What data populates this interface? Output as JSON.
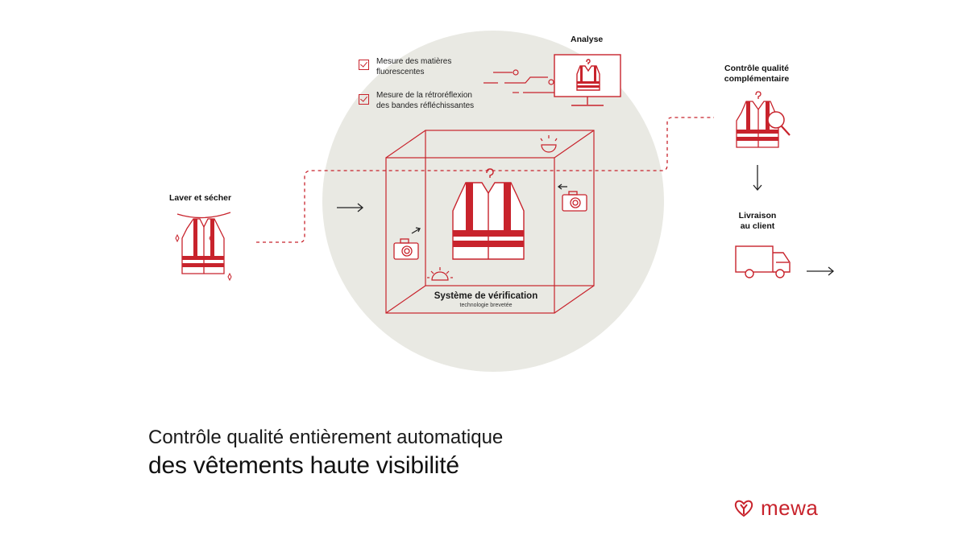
{
  "colors": {
    "accent": "#c8232c",
    "circle": "#e9e9e3",
    "text": "#1a1a1a"
  },
  "steps": {
    "wash": "Laver et sécher",
    "analysis": "Analyse",
    "extra_control_1": "Contrôle qualité",
    "extra_control_2": "complémentaire",
    "delivery_1": "Livraison",
    "delivery_2": "au client"
  },
  "checks": [
    {
      "line1": "Mesure des matières",
      "line2": "fluorescentes"
    },
    {
      "line1": "Mesure de la rétroréflexion",
      "line2": "des bandes réfléchissantes"
    }
  ],
  "system": {
    "title": "Système de vérification",
    "subtitle": "technologie brevetée"
  },
  "headline": {
    "line1": "Contrôle qualité entièrement automatique",
    "line2": "des vêtements haute visibilité"
  },
  "brand": {
    "name": "mewa",
    "icon": "mewa-heart-logo-icon"
  }
}
